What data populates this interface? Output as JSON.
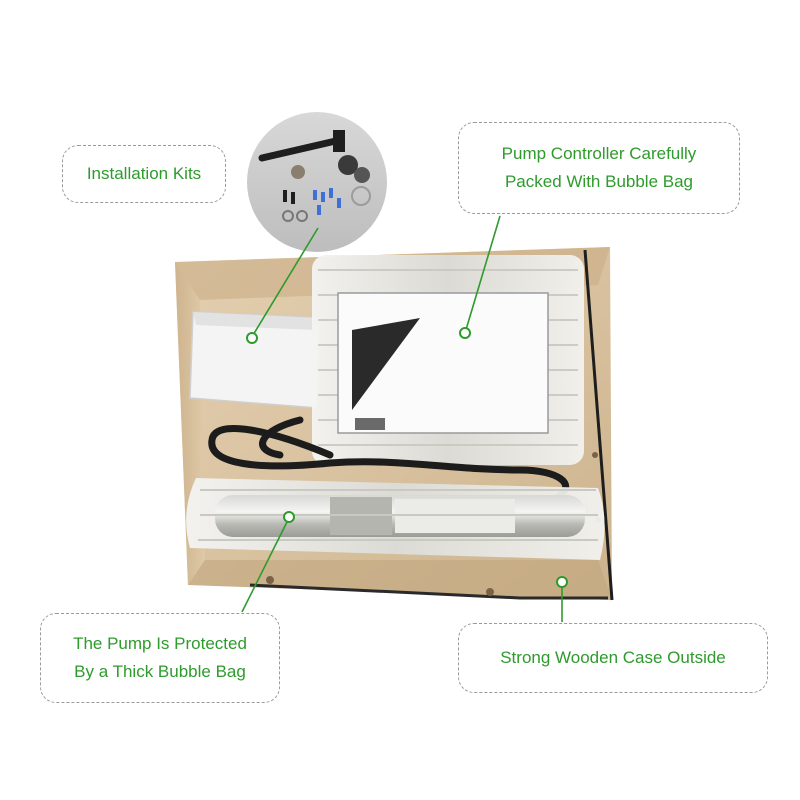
{
  "callouts": {
    "installation_kits": "Installation Kits",
    "pump_controller": "Pump Controller Carefully\nPacked With Bubble Bag",
    "pump_protected": "The Pump Is Protected\nBy a Thick Bubble Bag",
    "wooden_case": "Strong Wooden Case Outside"
  },
  "colors": {
    "accent_green": "#2e9b2c",
    "border_gray": "#9a9a9a",
    "wood": "#d9c2a0"
  }
}
